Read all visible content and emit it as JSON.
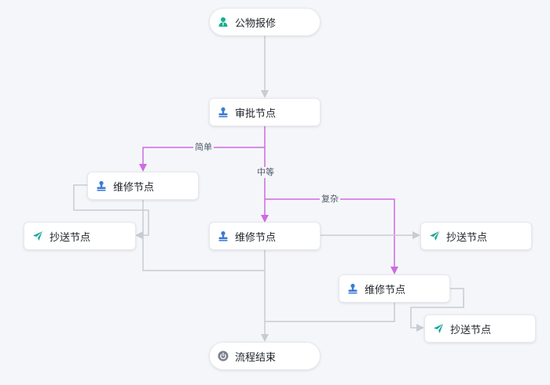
{
  "nodes": {
    "start": {
      "label": "公物报修"
    },
    "approve": {
      "label": "审批节点"
    },
    "repair_left": {
      "label": "维修节点"
    },
    "cc_left": {
      "label": "抄送节点"
    },
    "repair_mid": {
      "label": "维修节点"
    },
    "cc_right": {
      "label": "抄送节点"
    },
    "repair_right": {
      "label": "维修节点"
    },
    "cc_bottom": {
      "label": "抄送节点"
    },
    "end": {
      "label": "流程结束"
    }
  },
  "branches": {
    "simple": "简单",
    "medium": "中等",
    "complex": "复杂"
  },
  "colors": {
    "branch_edge": "#cc6ce0",
    "edge": "#c8cbd2",
    "user_icon": "#3a7bd5",
    "start_icon": "#14b08c",
    "send_icon": "#1aa89a",
    "end_icon": "#7a7f8a"
  },
  "icons": {
    "start": "person-icon",
    "approve": "stamp-icon",
    "repair": "stamp-icon",
    "cc": "send-icon",
    "end": "power-icon"
  }
}
